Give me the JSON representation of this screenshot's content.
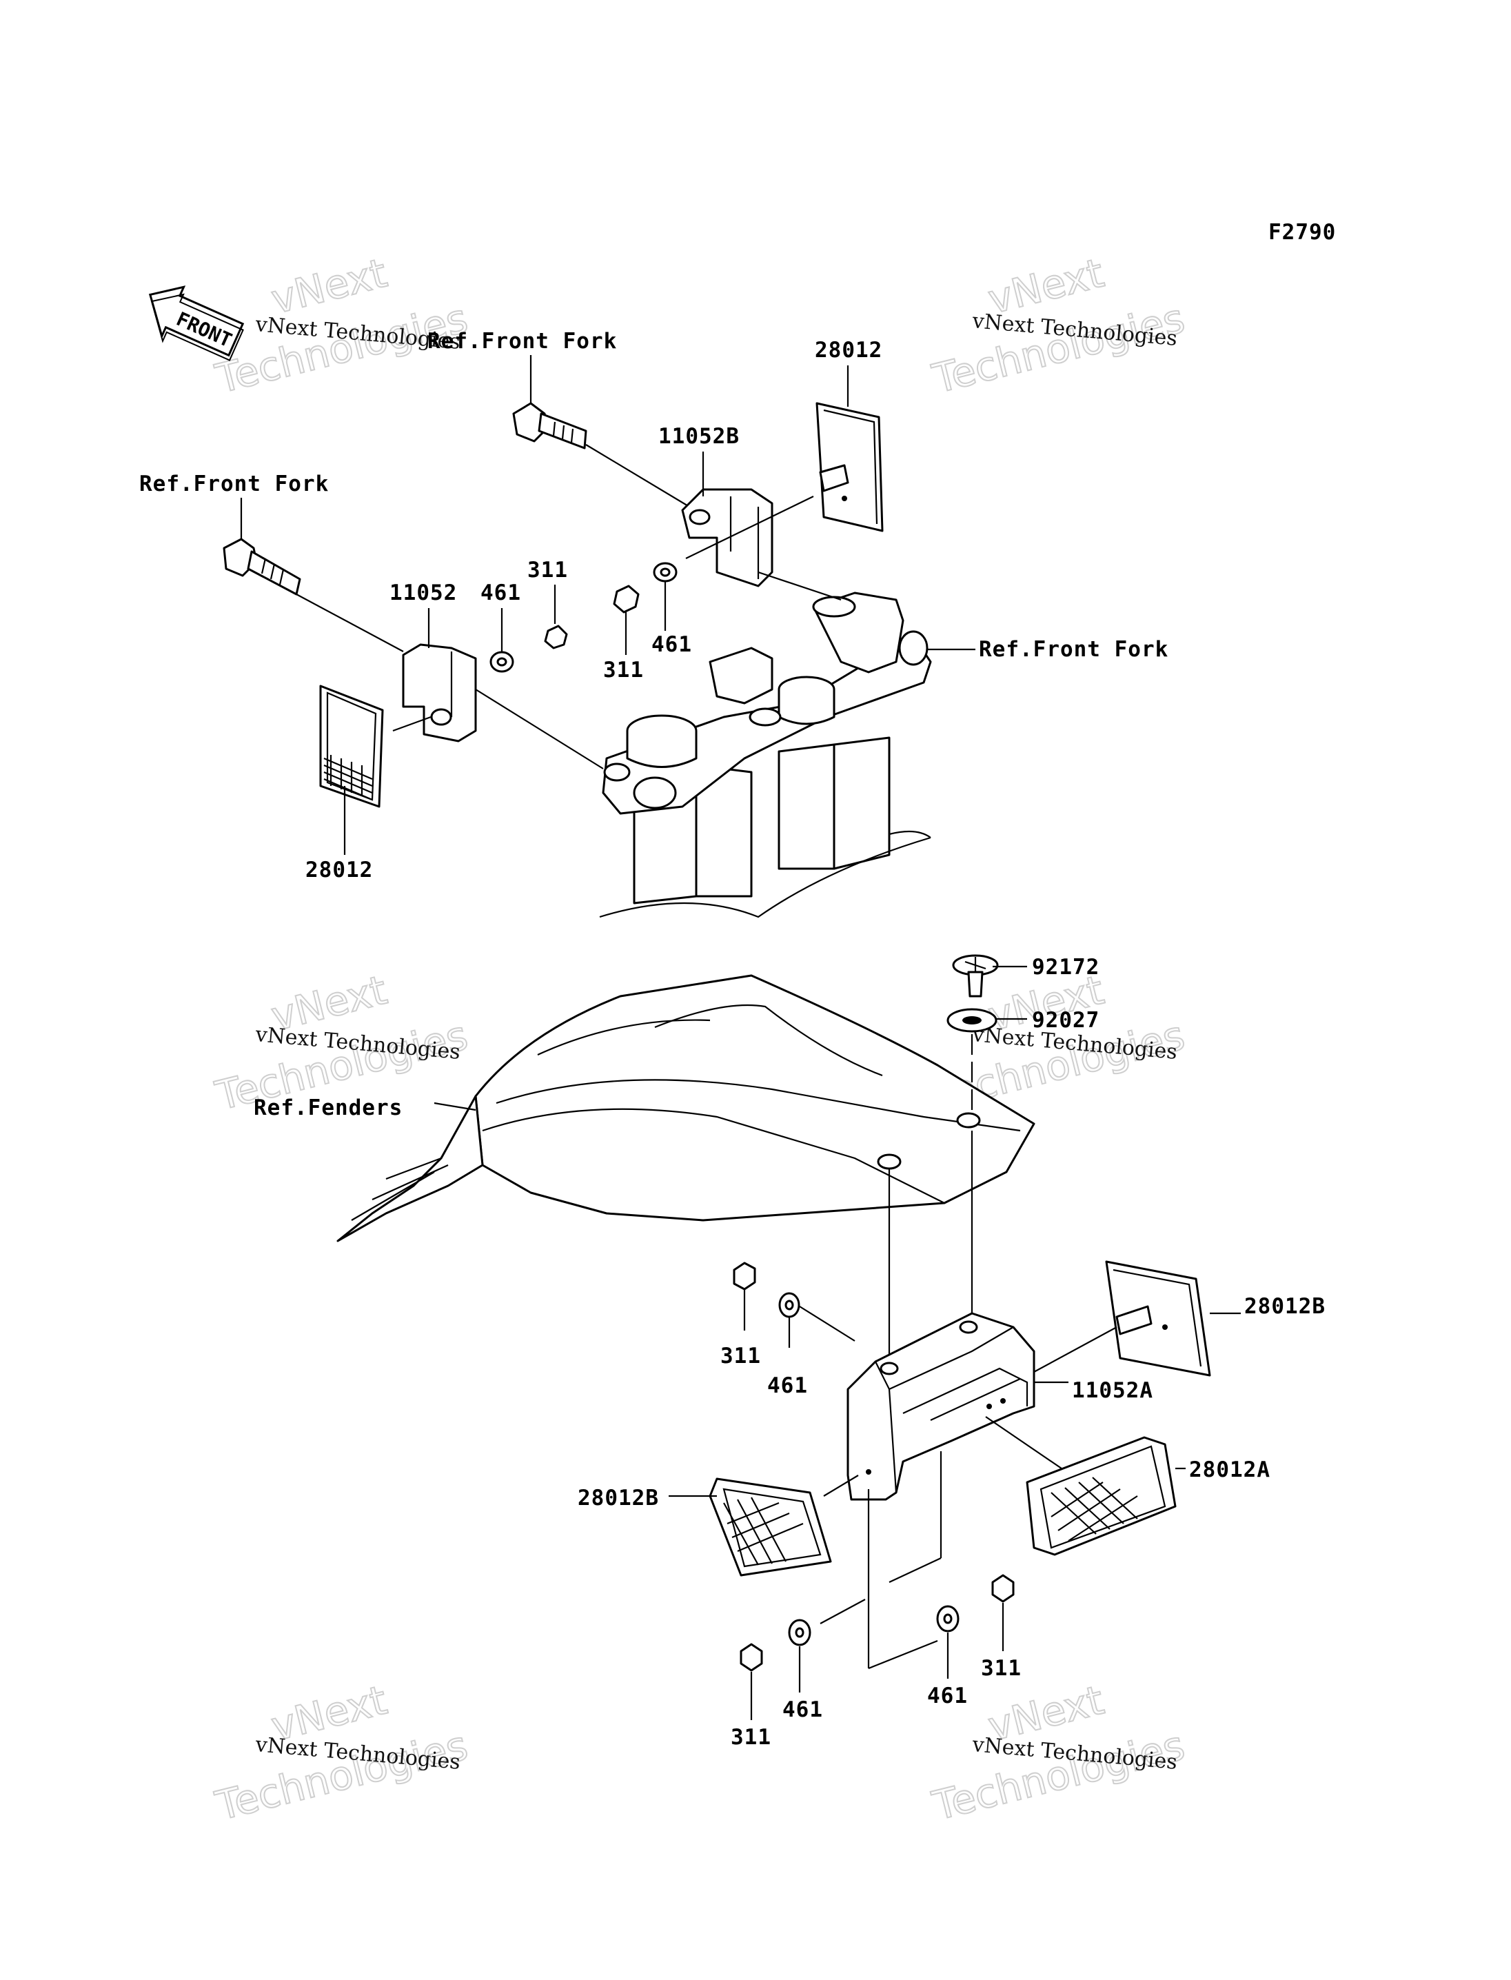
{
  "figure_code": "F2790",
  "front_arrow": {
    "text": "FRONT",
    "icon": "front-direction-arrow-icon"
  },
  "watermark": {
    "small": "vNext Technologies",
    "big_line1": "vNext",
    "big_line2": "Technologies"
  },
  "callouts": {
    "ref_front_fork_top": "Ref.Front Fork",
    "ref_front_fork_left": "Ref.Front Fork",
    "ref_front_fork_right": "Ref.Front Fork",
    "ref_fenders": "Ref.Fenders",
    "p28012_top": "28012",
    "p11052b": "11052B",
    "p11052": "11052",
    "p461_a": "461",
    "p311_a": "311",
    "p311_b": "311",
    "p461_b": "461",
    "p28012_left": "28012",
    "p92172": "92172",
    "p92027": "92027",
    "p311_c": "311",
    "p461_c": "461",
    "p28012b_right": "28012B",
    "p11052a": "11052A",
    "p28012a": "28012A",
    "p28012b_left": "28012B",
    "p461_d": "461",
    "p311_d": "311",
    "p311_e": "311",
    "p461_e": "461"
  }
}
